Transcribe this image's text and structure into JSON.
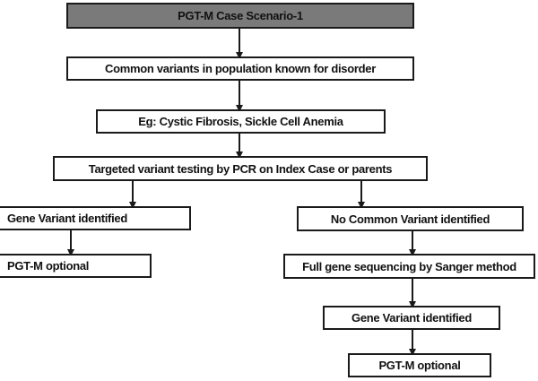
{
  "flowchart": {
    "title": "PGT-M Case Scenario-1",
    "nodes": {
      "common_variants": "Common variants in population known for disorder",
      "example": "Eg: Cystic Fibrosis, Sickle Cell Anemia",
      "targeted_testing": "Targeted variant testing by PCR on Index Case or parents",
      "left_identified": "Gene Variant identified",
      "left_pgtm": "PGT-M optional",
      "no_common": "No Common Variant identified",
      "sanger": "Full gene sequencing by Sanger method",
      "right_identified": "Gene Variant identified",
      "right_pgtm": "PGT-M optional"
    },
    "colors": {
      "header_fill": "#7a7a7a",
      "border": "#1a1a1a",
      "text": "#111111"
    }
  }
}
